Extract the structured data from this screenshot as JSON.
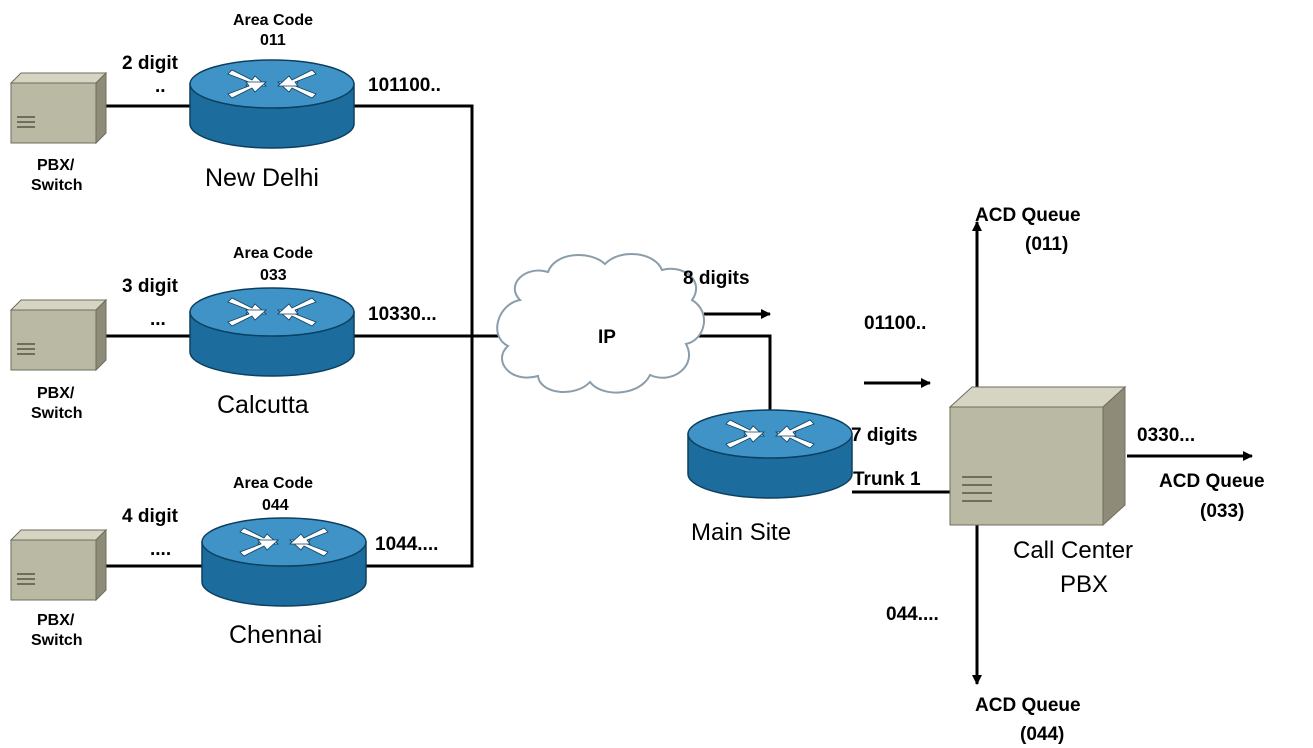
{
  "routers": [
    {
      "name": "New Delhi",
      "area_code_label": "Area Code",
      "area_code": "011"
    },
    {
      "name": "Calcutta",
      "area_code_label": "Area Code",
      "area_code": "033"
    },
    {
      "name": "Chennai",
      "area_code_label": "Area Code",
      "area_code": "044"
    }
  ],
  "pbx_label_line1": "PBX/",
  "pbx_label_line2": "Switch",
  "digit_labels": [
    {
      "text": "2 digit",
      "dots": ".."
    },
    {
      "text": "3 digit",
      "dots": "..."
    },
    {
      "text": "4 digit",
      "dots": "...."
    }
  ],
  "patterns": [
    "101100..",
    "10330...",
    "1044...."
  ],
  "cloud_label": "IP",
  "eight_digits": "8 digits",
  "main_site": "Main Site",
  "seven_digits": "7 digits",
  "trunk": "Trunk 1",
  "forward_pattern": "01100..",
  "call_center_line1": "Call Center",
  "call_center_line2": "PBX",
  "queues": [
    {
      "label": "ACD Queue",
      "code": "(011)"
    },
    {
      "label": "ACD Queue",
      "code": "(033)"
    },
    {
      "label": "ACD Queue",
      "code": "(044)"
    }
  ],
  "queue_patterns": [
    "0330...",
    "044...."
  ],
  "colors": {
    "router_top": "#3f93c6",
    "router_side": "#1c6d9e",
    "pbx_body": "#bab9a4",
    "pbx_top": "#d6d4c2",
    "pbx_side": "#8e8c78",
    "cloud_stroke": "#8a9daa"
  }
}
